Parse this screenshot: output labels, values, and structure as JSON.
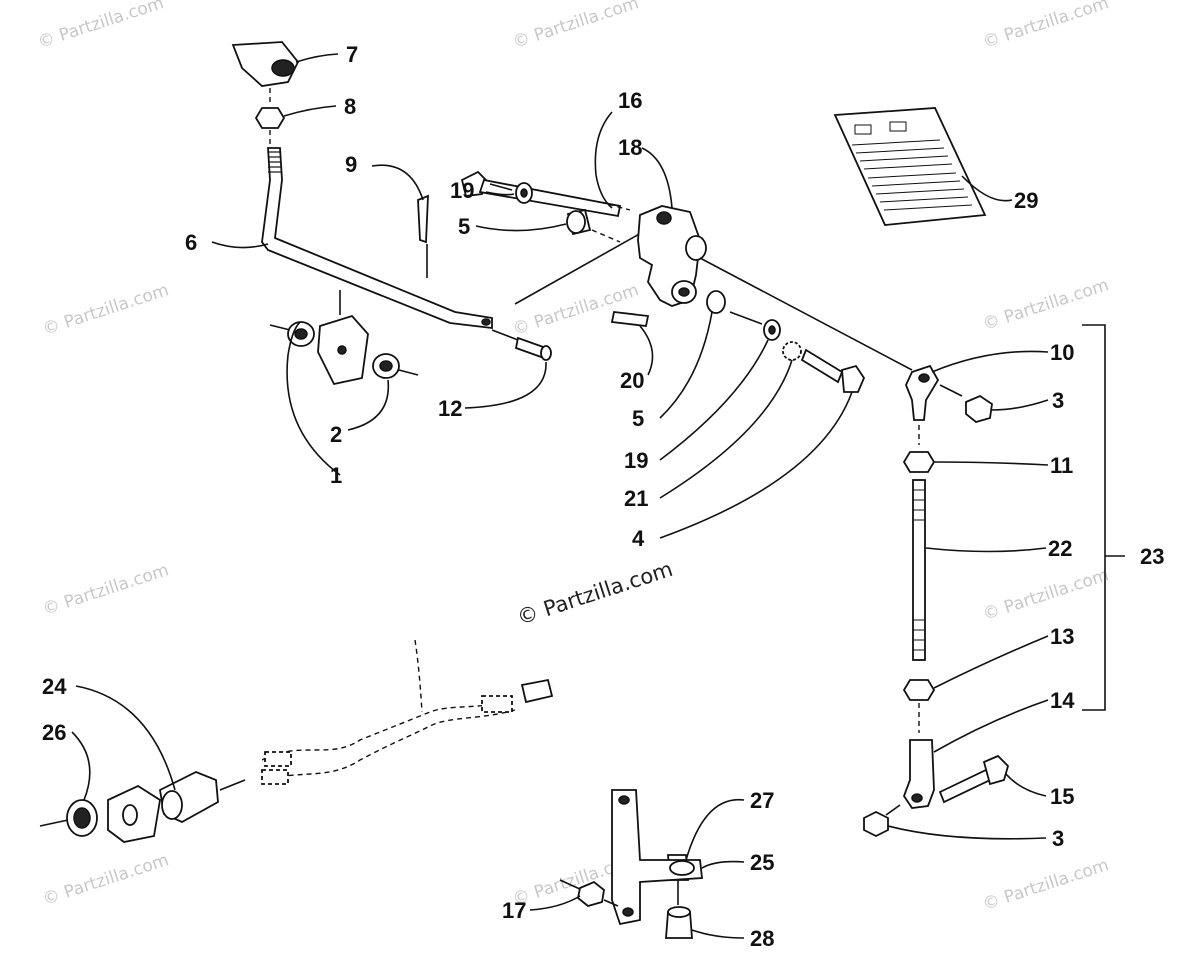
{
  "watermark": "© Partzilla.com",
  "center_watermark": "© Partzilla.com",
  "callouts": [
    "1",
    "2",
    "3",
    "4",
    "5",
    "6",
    "7",
    "8",
    "9",
    "10",
    "11",
    "12",
    "13",
    "14",
    "15",
    "16",
    "17",
    "18",
    "19",
    "20",
    "21",
    "22",
    "23",
    "24",
    "25",
    "26",
    "27",
    "28",
    "29"
  ]
}
